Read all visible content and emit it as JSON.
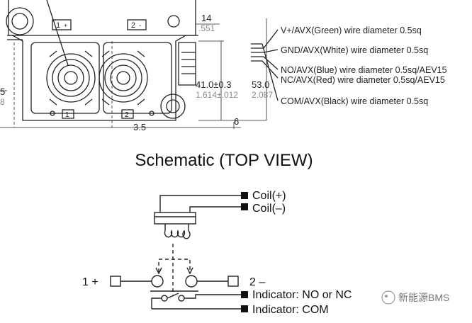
{
  "drawing": {
    "terminal1_label": "1",
    "terminal1_symbol": "+",
    "terminal2_label": "2",
    "terminal2_symbol": "-",
    "pin_label_1": "1",
    "pin_label_2": "2",
    "dim_14": "14",
    "dim_551": ".551",
    "dim_41": "41.0±0.3",
    "dim_1614": "1.614±.012",
    "dim_53": "53.0",
    "dim_2087": "2.087",
    "dim_6": "6",
    "dim_35": "3.5",
    "dim_left_5": "5",
    "dim_left_8": "8",
    "wires": [
      "V+/AVX(Green) wire diameter 0.5sq",
      "GND/AVX(White) wire diameter 0.5sq",
      "NO/AVX(Blue) wire diameter 0.5sq/AEV15",
      "NC/AVX(Red) wire diameter 0.5sq/AEV15",
      "COM/AVX(Black) wire diameter 0.5sq"
    ]
  },
  "schematic": {
    "title": "Schematic (TOP VIEW)",
    "coil_plus": "Coil(+)",
    "coil_minus": "Coil(–)",
    "term1": "1 +",
    "term2": "2 –",
    "indicator_no_nc": "Indicator: NO or NC",
    "indicator_com": "Indicator: COM"
  },
  "watermark": "新能源BMS",
  "colors": {
    "line": "#222222",
    "grey_text": "#888888"
  }
}
